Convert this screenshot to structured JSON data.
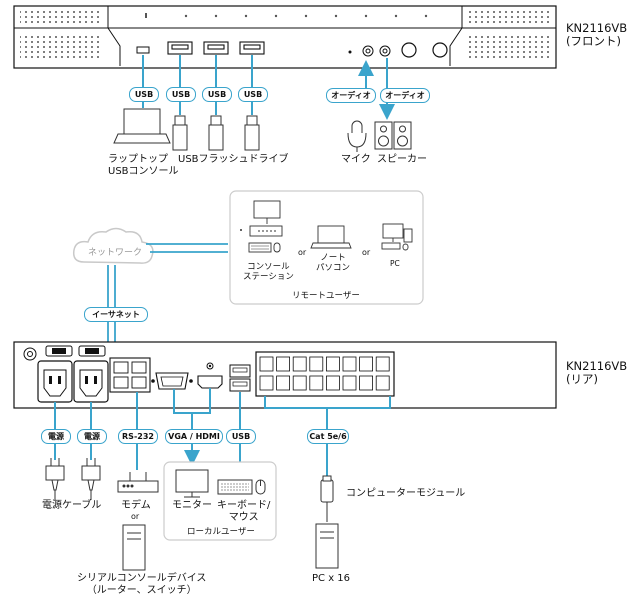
{
  "devices": {
    "front_label": [
      "KN2116VB",
      "(フロント)"
    ],
    "rear_label": [
      "KN2116VB",
      "(リア)"
    ]
  },
  "front_ports": {
    "usb_labels": [
      "USB",
      "USB",
      "USB",
      "USB"
    ],
    "audio_labels": [
      "オーディオ",
      "オーディオ"
    ]
  },
  "front_devices": {
    "laptop": [
      "ラップトップ",
      "USBコンソール"
    ],
    "flash": "USBフラッシュドライブ",
    "mic": "マイク",
    "speaker": "スピーカー"
  },
  "network": {
    "cloud": "ネットワーク",
    "ethernet": "イーサネット"
  },
  "remote_users": {
    "title": "リモートユーザー",
    "console_station": [
      "コンソール",
      "ステーション"
    ],
    "notebook": [
      "ノート",
      "パソコン"
    ],
    "pc": "PC",
    "or": [
      "or",
      "or"
    ]
  },
  "rear_ports": {
    "power": [
      "電源",
      "電源"
    ],
    "rs232": "RS-232",
    "video": "VGA / HDMI",
    "usb": "USB",
    "cat": "Cat 5e/6"
  },
  "rear_devices": {
    "power_cable": "電源ケーブル",
    "modem": "モデム",
    "or": "or",
    "serial": [
      "シリアルコンソールデバイス",
      "（ルーター、スイッチ）"
    ],
    "monitor": "モニター",
    "keyboard_mouse": [
      "キーボード/",
      "マウス"
    ],
    "local_title": "ローカルユーザー",
    "computer_module": "コンピューターモジュール",
    "pc_count": "PC x 16"
  }
}
